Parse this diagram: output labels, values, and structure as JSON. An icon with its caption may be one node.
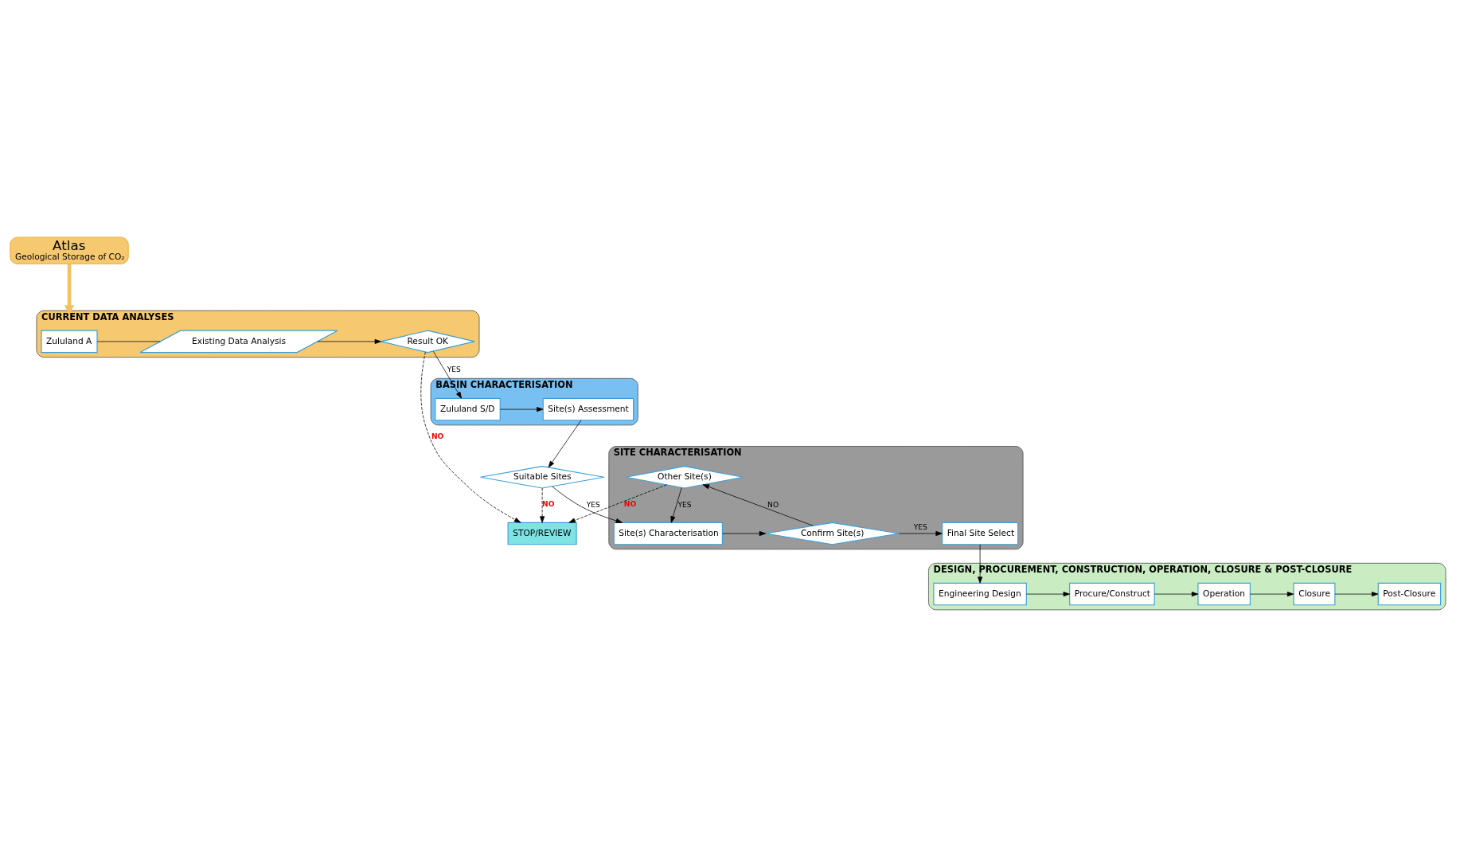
{
  "diagram": {
    "nodes": [
      {
        "text": [
          "Atlas",
          "Geological Storage of CO₂"
        ]
      },
      {
        "text": [
          "CURRENT DATA ANALYSES"
        ]
      },
      {
        "text": [
          "Zululand A"
        ],
        "in": 1
      },
      {
        "text": [
          "Existing Data Analysis"
        ],
        "in": 1
      },
      {
        "text": [
          "Result OK"
        ],
        "in": 1
      },
      {
        "text": [
          "BASIN CHARACTERISATION"
        ]
      },
      {
        "text": [
          "Zululand S/D"
        ],
        "in": 5
      },
      {
        "text": [
          "Site(s) Assessment"
        ],
        "in": 5
      },
      {
        "text": [
          "STOP/REVIEW"
        ]
      },
      {
        "text": [
          "Suitable Sites"
        ]
      },
      {
        "text": [
          "SITE CHARACTERISATION"
        ]
      },
      {
        "text": [
          "Other Site(s)"
        ],
        "in": 10
      },
      {
        "text": [
          "Final Site Select"
        ],
        "in": 10
      },
      {
        "text": [
          "Confirm Site(s)"
        ],
        "in": 10
      },
      {
        "text": [
          "Site(s) Characterisation"
        ],
        "in": 10
      },
      {
        "text": [
          "DESIGN, PROCUREMENT, CONSTRUCTION, OPERATION, CLOSURE & POST-CLOSURE"
        ]
      },
      {
        "text": [
          "Engineering Design"
        ],
        "in": 15
      },
      {
        "text": [
          "Procure/Construct"
        ],
        "in": 15
      },
      {
        "text": [
          "Operation"
        ],
        "in": 15
      },
      {
        "text": [
          "Closure"
        ],
        "in": 15
      },
      {
        "text": [
          "Post-Closure"
        ],
        "in": 15
      }
    ],
    "edges": [
      {
        "from": 0,
        "to": 1,
        "arrow": "to",
        "style": "thick",
        "color": "#f5c060"
      },
      {
        "from": 2,
        "to": 3,
        "arrow": "none"
      },
      {
        "from": 3,
        "to": 4,
        "arrow": "to"
      },
      {
        "from": 4,
        "to": 6,
        "arrow": "to",
        "label": "YES"
      },
      {
        "from": 4,
        "to": 8,
        "arrow": "to",
        "label": "NO",
        "style": "dashed"
      },
      {
        "from": 6,
        "to": 7,
        "arrow": "to"
      },
      {
        "from": 7,
        "to": 9,
        "arrow": "to"
      },
      {
        "from": 9,
        "to": 8,
        "arrow": "to",
        "label": "NO",
        "style": "dashed"
      },
      {
        "from": 9,
        "to": 14,
        "arrow": "to",
        "label": "YES"
      },
      {
        "from": 11,
        "to": 8,
        "arrow": "to",
        "label": "NO",
        "style": "dashed"
      },
      {
        "from": 11,
        "to": 14,
        "arrow": "to",
        "label": "YES"
      },
      {
        "from": 14,
        "to": 13,
        "arrow": "to"
      },
      {
        "from": 13,
        "to": 11,
        "arrow": "to",
        "label": "NO"
      },
      {
        "from": 13,
        "to": 12,
        "arrow": "to",
        "label": "YES"
      },
      {
        "from": 12,
        "to": 16,
        "arrow": "to"
      },
      {
        "from": 16,
        "to": 17,
        "arrow": "to"
      },
      {
        "from": 17,
        "to": 18,
        "arrow": "to"
      },
      {
        "from": 18,
        "to": 19,
        "arrow": "to"
      },
      {
        "from": 19,
        "to": 20,
        "arrow": "to"
      }
    ]
  }
}
